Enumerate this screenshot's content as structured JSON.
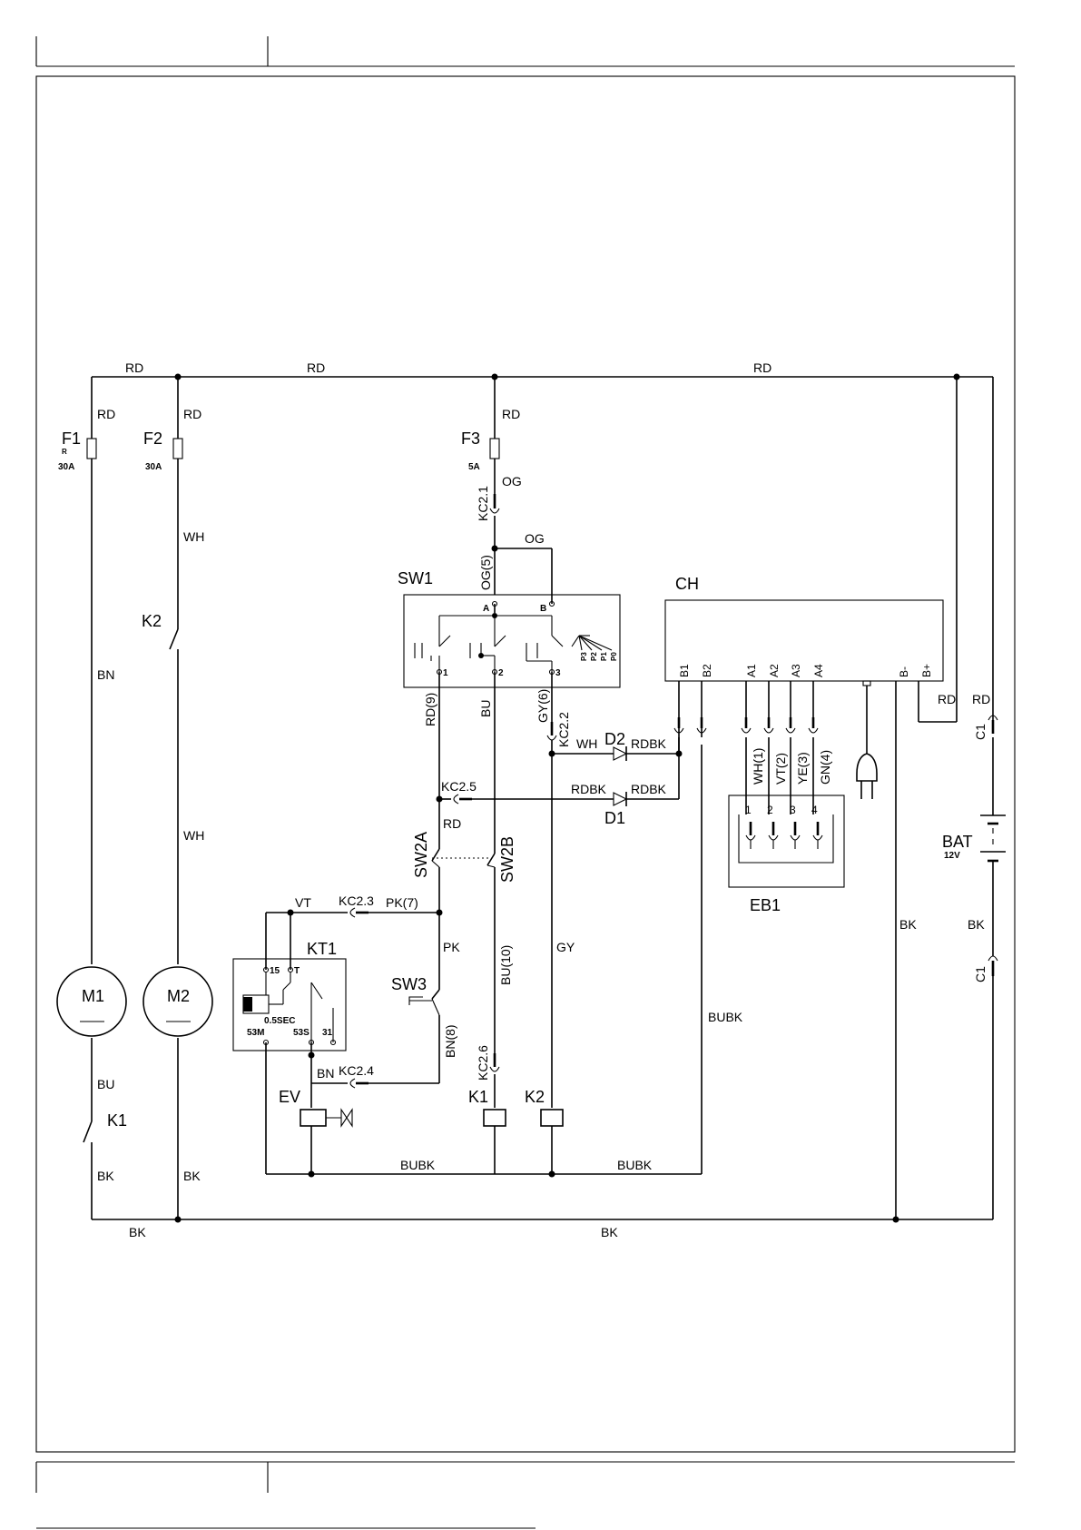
{
  "components": {
    "F1": "F1",
    "F1_rating": "30A",
    "F1_mark": "R",
    "F2": "F2",
    "F2_rating": "30A",
    "F3": "F3",
    "F3_rating": "5A",
    "K2_contact": "K2",
    "K1_contact": "K1",
    "M1": "M1",
    "M2": "M2",
    "SW1": "SW1",
    "CH": "CH",
    "D1": "D1",
    "D2": "D2",
    "SW2A": "SW2A",
    "SW2B": "SW2B",
    "SW3": "SW3",
    "KT1": "KT1",
    "EV": "EV",
    "K1_coil": "K1",
    "K2_coil": "K2",
    "EB1": "EB1",
    "BAT": "BAT",
    "BAT_voltage": "12V",
    "C1_top": "C1",
    "C1_bottom": "C1"
  },
  "connectors": {
    "KC2_1": "KC2.1",
    "KC2_2": "KC2.2",
    "KC2_3": "KC2.3",
    "KC2_4": "KC2.4",
    "KC2_5": "KC2.5",
    "KC2_6": "KC2.6"
  },
  "wires": {
    "rd_top_1": "RD",
    "rd_top_2": "RD",
    "rd_top_3": "RD",
    "rd_f1": "RD",
    "rd_f2": "RD",
    "rd_f3": "RD",
    "og_1": "OG",
    "og_2": "OG",
    "og_5": "OG(5)",
    "wh_1": "WH",
    "wh_2": "WH",
    "bn_m1": "BN",
    "bu_m1": "BU",
    "bk_m1": "BK",
    "bk_m2": "BK",
    "bk_bottom_1": "BK",
    "bk_bottom_2": "BK",
    "rd9": "RD(9)",
    "bu": "BU",
    "gy6": "GY(6)",
    "wh_d2": "WH",
    "rdbk_d2": "RDBK",
    "rdbk_d1_l": "RDBK",
    "rdbk_d1_r": "RDBK",
    "rd_kc25": "RD",
    "vt": "VT",
    "pk7": "PK(7)",
    "pk": "PK",
    "bu10": "BU(10)",
    "gy": "GY",
    "bn8": "BN(8)",
    "bn_ev": "BN",
    "bubk_1": "BUBK",
    "bubk_2": "BUBK",
    "bubk_3": "BUBK",
    "bk_ch": "BK",
    "bk_bat": "BK",
    "rd_bplus": "RD",
    "rd_bat": "RD",
    "wh1": "WH(1)",
    "vt2": "VT(2)",
    "ye3": "YE(3)",
    "gn4": "GN(4)"
  },
  "sw1_terminals": {
    "A": "A",
    "B": "B",
    "t1": "1",
    "t2": "2",
    "t3": "3",
    "p3": "P3",
    "p2": "P2",
    "p1": "P1",
    "p0": "P0"
  },
  "ch_pins": {
    "B1": "B1",
    "B2": "B2",
    "A1": "A1",
    "A2": "A2",
    "A3": "A3",
    "A4": "A4",
    "Bminus": "B-",
    "Bplus": "B+"
  },
  "eb1_pins": {
    "p1": "1",
    "p2": "2",
    "p3": "3",
    "p4": "4"
  },
  "kt1_terminals": {
    "t15": "15",
    "tT": "T",
    "delay": "0.5SEC",
    "t53M": "53M",
    "t53S": "53S",
    "t31": "31"
  }
}
